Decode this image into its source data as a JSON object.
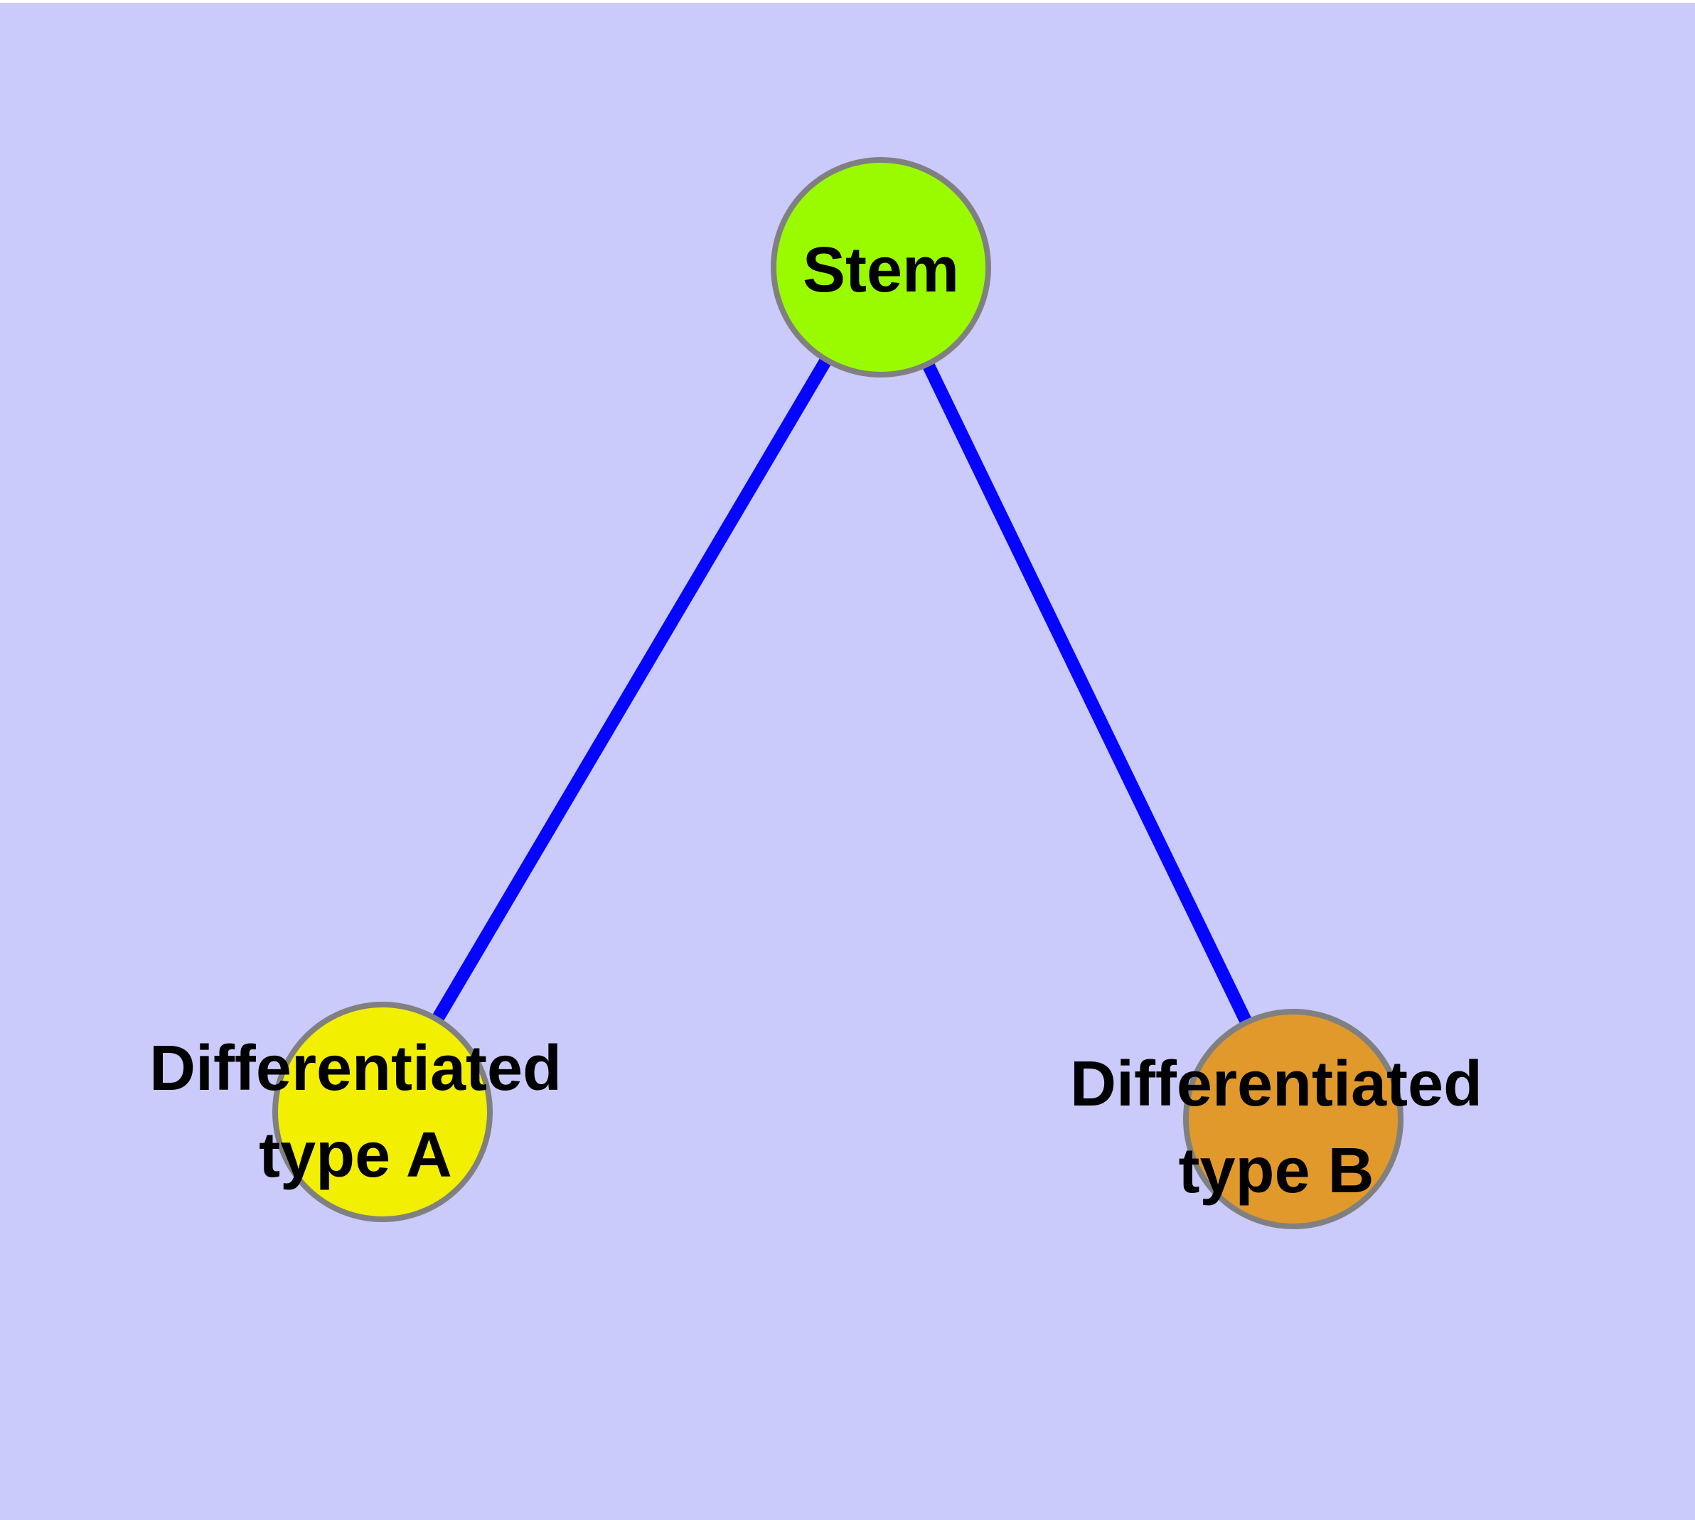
{
  "diagram": {
    "type": "node-link-graph",
    "background_color": "#CACAFB",
    "top_strip_color": "#FFFFFF",
    "edge_color": "#0404FF",
    "node_border_color": "#808080",
    "label_color": "#000000",
    "nodes": {
      "stem": {
        "label": "Stem",
        "fill": "#9AFB00"
      },
      "type_a": {
        "label": "Differentiated type A",
        "label_line1": "Differentiated",
        "label_line2": "type A",
        "fill": "#F2EF00"
      },
      "type_b": {
        "label": "Differentiated type B",
        "label_line1": "Differentiated",
        "label_line2": "type B",
        "fill": "#E2992B"
      }
    },
    "edges": [
      {
        "from": "Stem",
        "to": "Differentiated type A"
      },
      {
        "from": "Stem",
        "to": "Differentiated type B"
      }
    ]
  }
}
